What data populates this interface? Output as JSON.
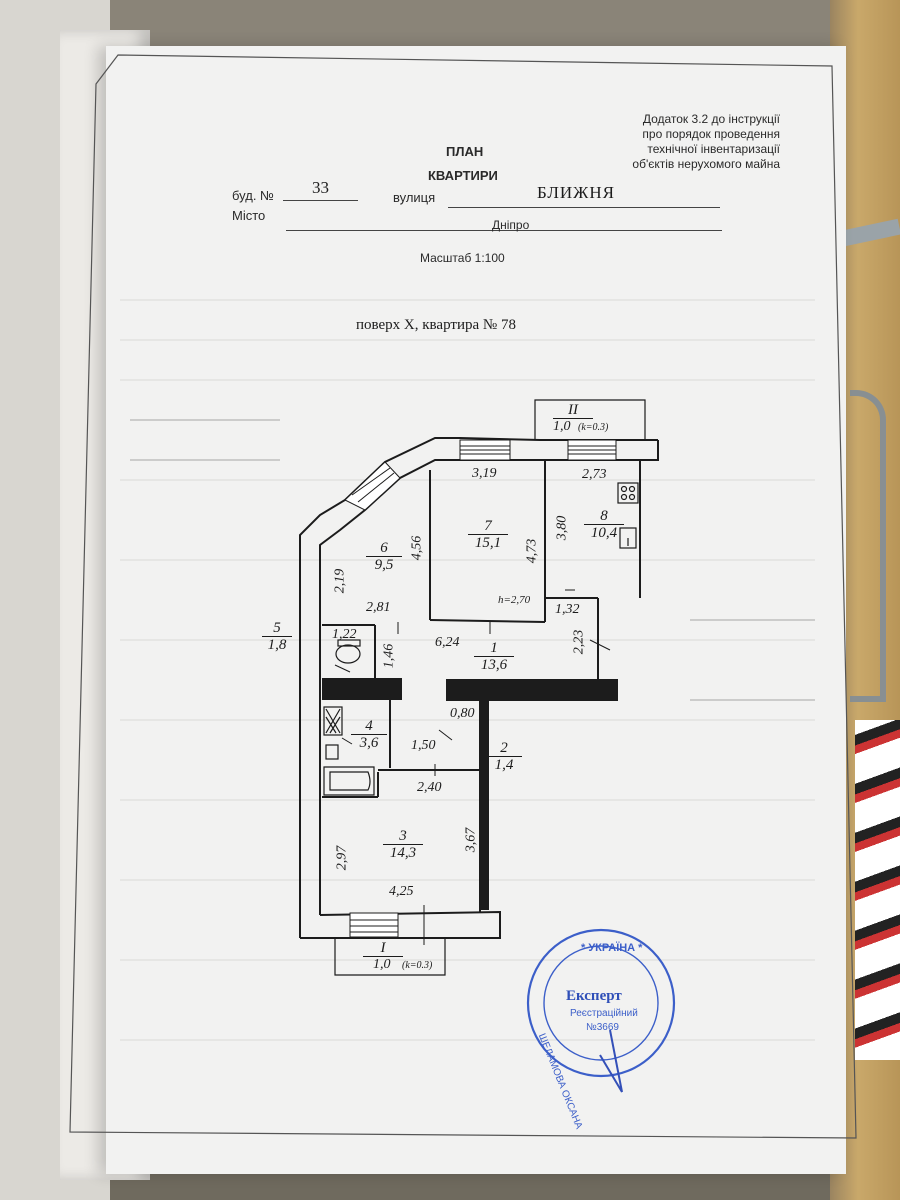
{
  "header": {
    "appendix": [
      "Додаток 3.2 до інструкції",
      "про  порядок проведення",
      "технічної  інвентаризації",
      "об'єктів нерухомого майна"
    ],
    "title_line1": "ПЛАН",
    "title_line2": "КВАРТИРИ",
    "building_label": "буд. №",
    "building_no": "33",
    "street_label": "вулиця",
    "street_name": "БЛИЖНЯ",
    "city_label": "Місто",
    "city_name": "Дніпро",
    "scale": "Масштаб 1:100",
    "floor_caption": "поверх Х,   квартира № 78"
  },
  "balconies": [
    {
      "id": "II",
      "area": "1,0",
      "k": "(k=0.3)"
    },
    {
      "id": "I",
      "area": "1,0",
      "k": "(k=0.3)"
    }
  ],
  "rooms": [
    {
      "n": "1",
      "area": "13,6"
    },
    {
      "n": "2",
      "area": "1,4"
    },
    {
      "n": "3",
      "area": "14,3"
    },
    {
      "n": "4",
      "area": "3,6"
    },
    {
      "n": "5",
      "area": "1,8"
    },
    {
      "n": "6",
      "area": "9,5"
    },
    {
      "n": "7",
      "area": "15,1"
    },
    {
      "n": "8",
      "area": "10,4"
    }
  ],
  "dimensions": {
    "d319": "3,19",
    "d273": "2,73",
    "d456": "4,56",
    "d473": "4,73",
    "d380": "3,80",
    "d219": "2,19",
    "d281": "2,81",
    "d132": "1,32",
    "d223": "2,23",
    "d122": "1,22",
    "d146": "1,46",
    "d624": "6,24",
    "d080": "0,80",
    "d150": "1,50",
    "d240": "2,40",
    "d297": "2,97",
    "d367": "3,67",
    "d425": "4,25",
    "ceiling": "h=2,70"
  },
  "stamp": {
    "center": "Експерт",
    "top": "* УКРАЇНА *",
    "reg": "Реєстраційний",
    "reg_no": "№3669",
    "name": "ШЕЛАМОВА ОКСАНА"
  },
  "colors": {
    "ink": "#1c1c1c",
    "stamp": "#3c5fc9",
    "paper": "#f2f2f1"
  }
}
